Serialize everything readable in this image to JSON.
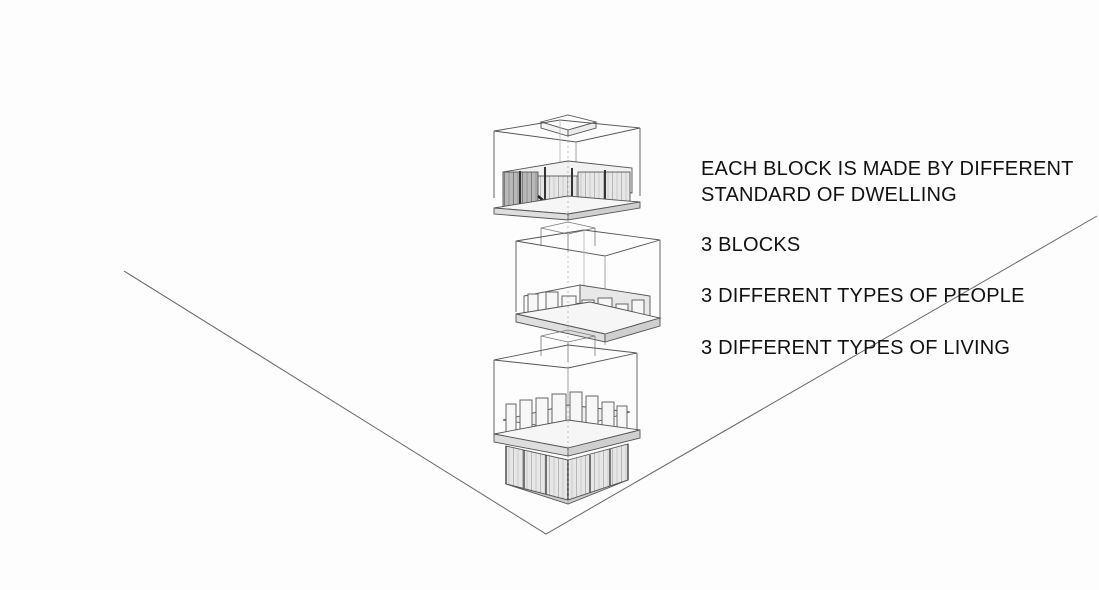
{
  "captions": {
    "block_standard_line1": "EACH BLOCK IS MADE BY DIFFERENT",
    "block_standard_line2": "STANDARD OF DWELLING",
    "blocks_count": "3 BLOCKS",
    "people_types": "3 DIFFERENT TYPES OF PEOPLE",
    "living_types": "3 DIFFERENT TYPES OF LIVING"
  },
  "colors": {
    "background": "#fdfdfd",
    "line": "#555555",
    "text": "#111111"
  }
}
